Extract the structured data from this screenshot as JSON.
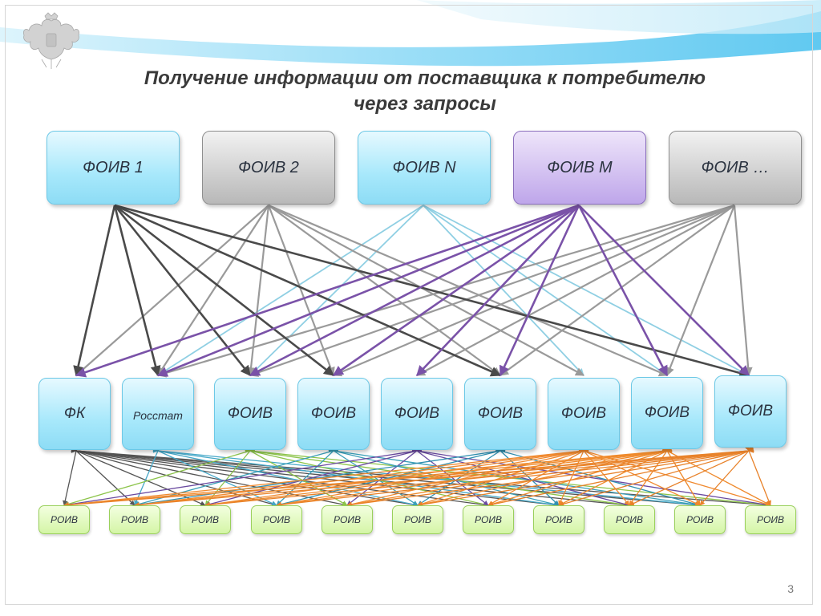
{
  "slide": {
    "title_line1": "Получение информации от поставщика к потребителю",
    "title_line2": "через запросы",
    "page_number": "3"
  },
  "providers": [
    "ФОИВ 1",
    "ФОИВ 2",
    "ФОИВ N",
    "ФОИВ М",
    "ФОИВ …"
  ],
  "consumers": [
    "ФК",
    "Росстат",
    "ФОИВ",
    "ФОИВ",
    "ФОИВ",
    "ФОИВ",
    "ФОИВ",
    "ФОИВ",
    "ФОИВ"
  ],
  "regional": [
    "РОИВ",
    "РОИВ",
    "РОИВ",
    "РОИВ",
    "РОИВ",
    "РОИВ",
    "РОИВ",
    "РОИВ",
    "РОИВ",
    "РОИВ",
    "РОИВ"
  ],
  "colors": {
    "provider_fill": [
      "blue",
      "gray",
      "blue",
      "purple",
      "gray"
    ],
    "arrow_colors": [
      "#4a4a4a",
      "#9a9a9a",
      "#8fcfe3",
      "#7a52a8",
      "#9a9a9a"
    ],
    "regional_arrow_colors": [
      "#555555",
      "#45a8c8",
      "#8cc44a",
      "#3a9fb8",
      "#6a4aa0",
      "#2f8fb0",
      "#f08a30",
      "#ef8a2c",
      "#e8822a"
    ],
    "title": "#3a3a3a",
    "band": "#4fc3ef"
  },
  "icons": {
    "emblem": "coat-of-arms-icon"
  }
}
